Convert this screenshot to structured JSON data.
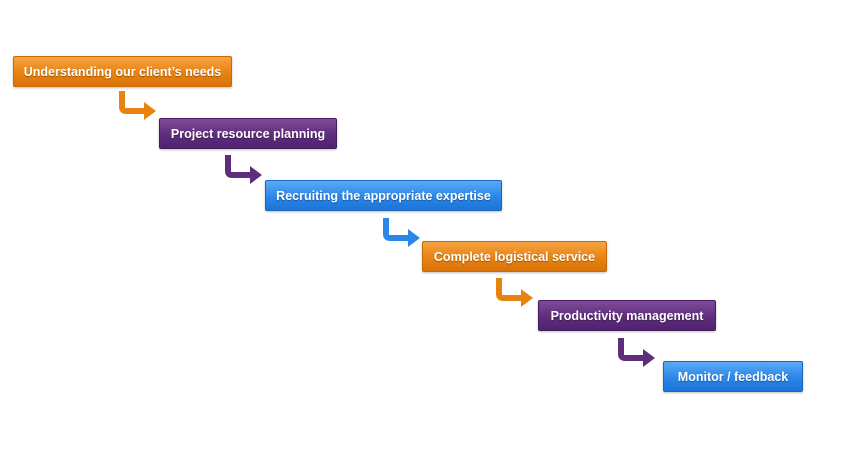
{
  "steps": [
    {
      "label": "Understanding our client’s needs",
      "color": "#e8830f"
    },
    {
      "label": "Project resource planning",
      "color": "#5e2d7c"
    },
    {
      "label": "Recruiting the appropriate expertise",
      "color": "#2a86e8"
    },
    {
      "label": "Complete logistical service",
      "color": "#e8830f"
    },
    {
      "label": "Productivity management",
      "color": "#5e2d7c"
    },
    {
      "label": "Monitor / feedback",
      "color": "#2a86e8"
    }
  ],
  "arrows": [
    {
      "icon": "bent-arrow-icon",
      "color": "#e8830f"
    },
    {
      "icon": "bent-arrow-icon",
      "color": "#5e2d7c"
    },
    {
      "icon": "bent-arrow-icon",
      "color": "#2a86e8"
    },
    {
      "icon": "bent-arrow-icon",
      "color": "#e8830f"
    },
    {
      "icon": "bent-arrow-icon",
      "color": "#5e2d7c"
    }
  ]
}
